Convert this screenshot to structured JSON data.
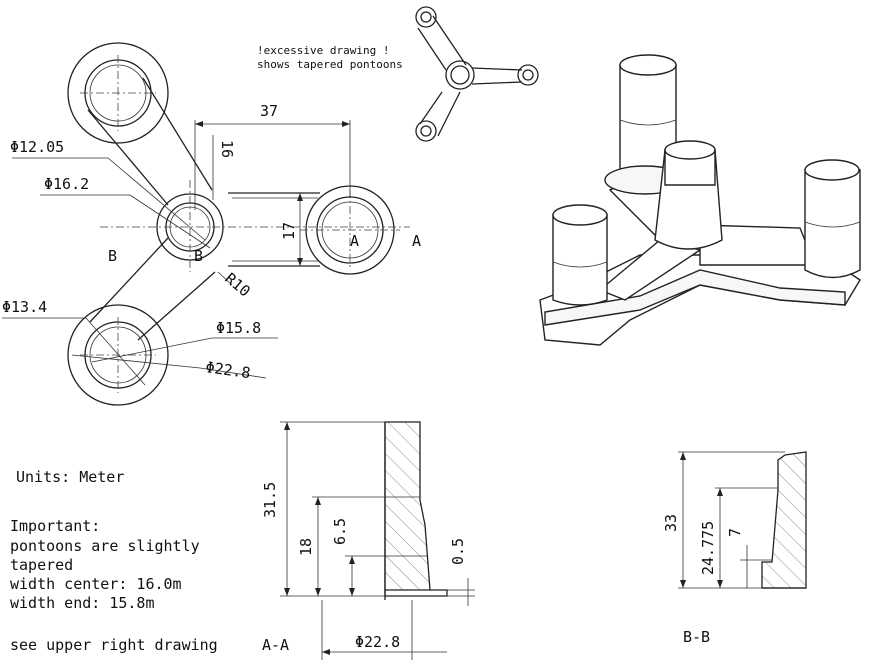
{
  "notes": {
    "excessive_line1": "!excessive drawing !",
    "excessive_line2": "shows tapered pontoons",
    "units": "Units: Meter",
    "important": "Important:",
    "tapered1": "pontoons are  slightly",
    "tapered2": "tapered",
    "width_center": "width center: 16.0m",
    "width_end": "width  end: 15.8m",
    "see_drawing": "see upper right drawing"
  },
  "plan_view": {
    "dim_37": "37",
    "dim_16": "16",
    "dim_17": "17",
    "dim_phi_12_05": "Φ12.05",
    "dim_phi_16_2": "Φ16.2",
    "dim_phi_13_4": "Φ13.4",
    "dim_phi_15_8": "Φ15.8",
    "dim_phi_22_8": "Φ22.8",
    "dim_r10": "R10",
    "label_a1": "A",
    "label_a2": "A",
    "label_b1": "B",
    "label_b2": "B"
  },
  "section_aa": {
    "title": "A-A",
    "dim_31_5": "31.5",
    "dim_18": "18",
    "dim_6_5": "6.5",
    "dim_0_5": "0.5",
    "dim_phi_22_8": "Φ22.8"
  },
  "section_bb": {
    "title": "B-B",
    "dim_33": "33",
    "dim_24_775": "24.775",
    "dim_7": "7"
  }
}
